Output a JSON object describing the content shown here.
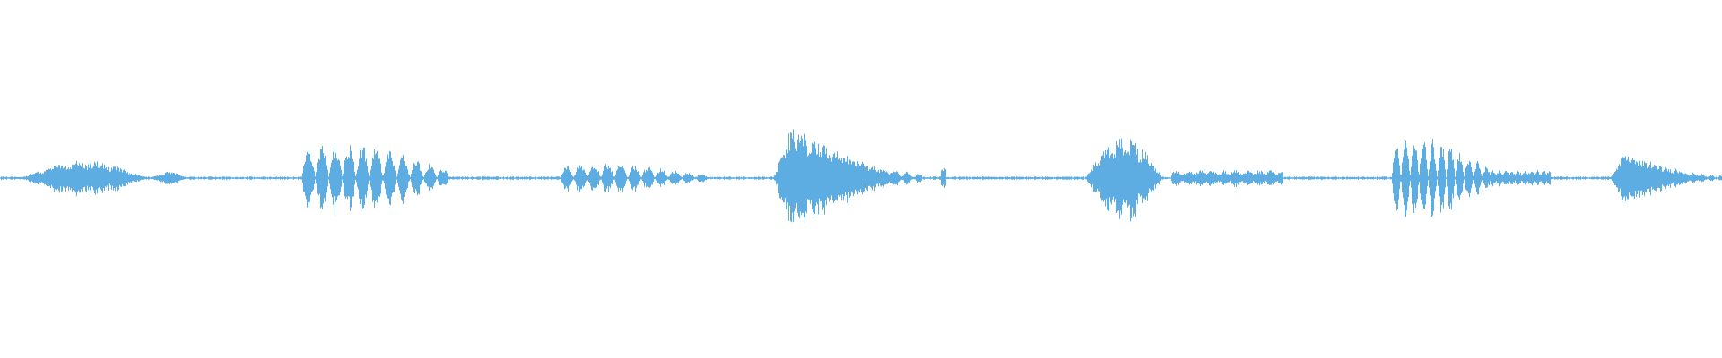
{
  "waveform": {
    "color": "#5DADE2",
    "background": "#FFFFFF",
    "max_amplitude_fraction": 0.15,
    "segments": [
      {
        "start": 0.012,
        "end": 0.085,
        "peak": 0.33,
        "shape": "swell"
      },
      {
        "start": 0.088,
        "end": 0.108,
        "peak": 0.14,
        "shape": "swell"
      },
      {
        "start": 0.175,
        "end": 0.26,
        "peak": 0.92,
        "shape": "bursty"
      },
      {
        "start": 0.325,
        "end": 0.41,
        "peak": 0.4,
        "shape": "bursty"
      },
      {
        "start": 0.449,
        "end": 0.535,
        "peak": 1.0,
        "shape": "attack"
      },
      {
        "start": 0.546,
        "end": 0.549,
        "peak": 0.2,
        "shape": "blip"
      },
      {
        "start": 0.63,
        "end": 0.675,
        "peak": 0.8,
        "shape": "swell"
      },
      {
        "start": 0.68,
        "end": 0.745,
        "peak": 0.15,
        "shape": "flutter"
      },
      {
        "start": 0.808,
        "end": 0.865,
        "peak": 1.1,
        "shape": "bursty"
      },
      {
        "start": 0.865,
        "end": 0.9,
        "peak": 0.15,
        "shape": "flutter"
      },
      {
        "start": 0.935,
        "end": 1.0,
        "peak": 0.5,
        "shape": "attack"
      }
    ],
    "noise_floor": 0.02
  }
}
